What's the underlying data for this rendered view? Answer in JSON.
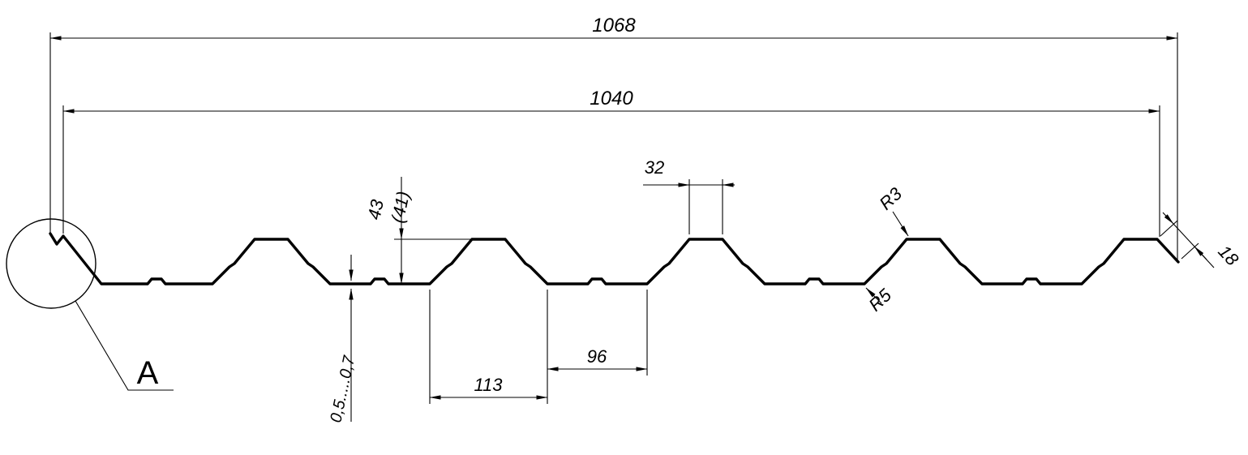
{
  "drawing": {
    "type": "technical-drawing",
    "subject": "trapezoidal profiled sheet cross-section",
    "line_color": "#000000",
    "background_color": "#ffffff",
    "labels": {
      "overall_width": "1068",
      "working_width": "1040",
      "profile_height": "43",
      "profile_height_ref": "(41)",
      "rib_top_width": "32",
      "rib_base_width": "113",
      "valley_width": "96",
      "top_radius": "R3",
      "bottom_radius": "R5",
      "edge_lip_length": "18",
      "sheet_thickness": "0,5.....0,7",
      "detail_marker": "A"
    }
  }
}
